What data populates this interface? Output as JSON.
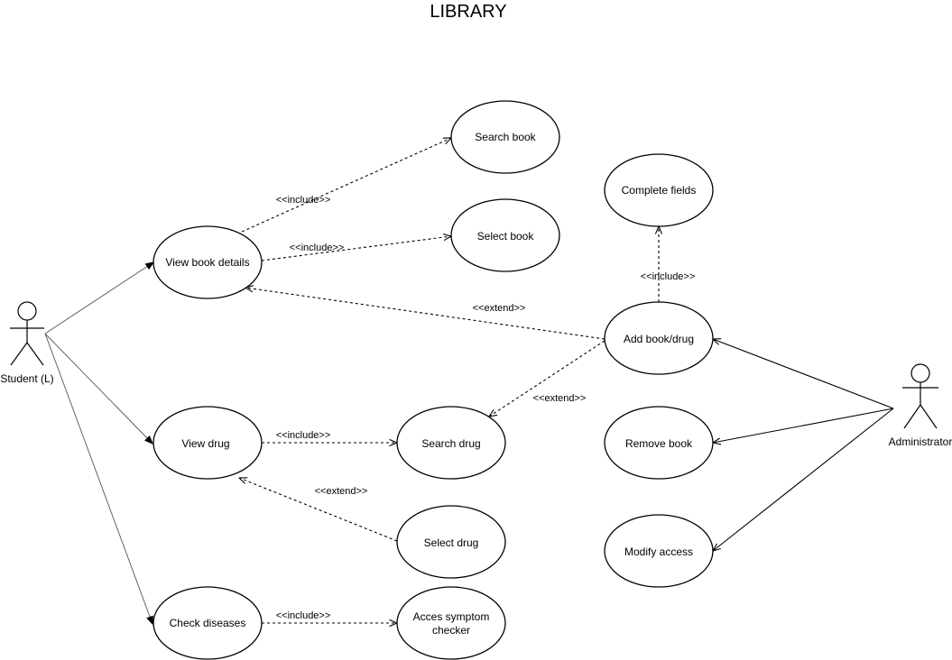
{
  "title": "LIBRARY",
  "actors": {
    "student": "Student (L)",
    "administrator": "Administrator"
  },
  "use_cases": {
    "search_book": "Search book",
    "select_book": "Select book",
    "complete_fields": "Complete fields",
    "view_book_details": "View book details",
    "add_book_drug": "Add book/drug",
    "view_drug": "View drug",
    "search_drug": "Search drug",
    "remove_book": "Remove book",
    "select_drug": "Select drug",
    "modify_access": "Modify access",
    "check_diseases": "Check diseases",
    "acces_symptom_checker_line1": "Acces symptom",
    "acces_symptom_checker_line2": "checker"
  },
  "relations": {
    "include_view_search_book": "<<include>>",
    "include_view_select_book": "<<include>>",
    "include_add_complete": "<<include>>",
    "extend_add_view_book": "<<extend>>",
    "extend_add_search_drug": "<<extend>>",
    "include_view_drug_search": "<<include>>",
    "extend_select_drug_view": "<<extend>>",
    "include_check_symptom": "<<include>>"
  }
}
